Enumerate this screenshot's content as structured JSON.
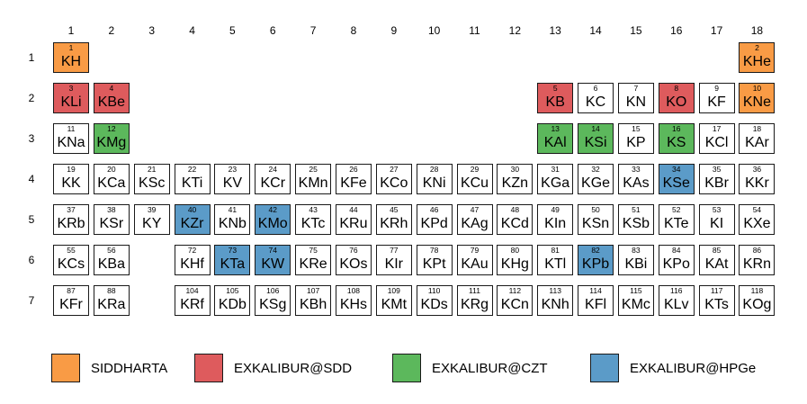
{
  "groups": [
    "1",
    "2",
    "3",
    "4",
    "5",
    "6",
    "7",
    "8",
    "9",
    "10",
    "11",
    "12",
    "13",
    "14",
    "15",
    "16",
    "17",
    "18"
  ],
  "periods": [
    "1",
    "2",
    "3",
    "4",
    "5",
    "6",
    "7"
  ],
  "colors": {
    "SIDDHARTA": "#f99b45",
    "EXKALIBUR@SDD": "#de5b5d",
    "EXKALIBUR@CZT": "#5cb85c",
    "EXKALIBUR@HPGe": "#5b9bc8"
  },
  "legend": [
    {
      "label": "SIDDHARTA",
      "key": "SIDDHARTA"
    },
    {
      "label": "EXKALIBUR@SDD",
      "key": "EXKALIBUR@SDD"
    },
    {
      "label": "EXKALIBUR@CZT",
      "key": "EXKALIBUR@CZT"
    },
    {
      "label": "EXKALIBUR@HPGe",
      "key": "EXKALIBUR@HPGe"
    }
  ],
  "elements": [
    {
      "n": "1",
      "s": "KH",
      "p": 1,
      "g": 1,
      "c": "SIDDHARTA"
    },
    {
      "n": "2",
      "s": "KHe",
      "p": 1,
      "g": 18,
      "c": "SIDDHARTA"
    },
    {
      "n": "3",
      "s": "KLi",
      "p": 2,
      "g": 1,
      "c": "EXKALIBUR@SDD"
    },
    {
      "n": "4",
      "s": "KBe",
      "p": 2,
      "g": 2,
      "c": "EXKALIBUR@SDD"
    },
    {
      "n": "5",
      "s": "KB",
      "p": 2,
      "g": 13,
      "c": "EXKALIBUR@SDD"
    },
    {
      "n": "6",
      "s": "KC",
      "p": 2,
      "g": 14
    },
    {
      "n": "7",
      "s": "KN",
      "p": 2,
      "g": 15
    },
    {
      "n": "8",
      "s": "KO",
      "p": 2,
      "g": 16,
      "c": "EXKALIBUR@SDD"
    },
    {
      "n": "9",
      "s": "KF",
      "p": 2,
      "g": 17
    },
    {
      "n": "10",
      "s": "KNe",
      "p": 2,
      "g": 18,
      "c": "SIDDHARTA"
    },
    {
      "n": "11",
      "s": "KNa",
      "p": 3,
      "g": 1
    },
    {
      "n": "12",
      "s": "KMg",
      "p": 3,
      "g": 2,
      "c": "EXKALIBUR@CZT"
    },
    {
      "n": "13",
      "s": "KAl",
      "p": 3,
      "g": 13,
      "c": "EXKALIBUR@CZT"
    },
    {
      "n": "14",
      "s": "KSi",
      "p": 3,
      "g": 14,
      "c": "EXKALIBUR@CZT"
    },
    {
      "n": "15",
      "s": "KP",
      "p": 3,
      "g": 15
    },
    {
      "n": "16",
      "s": "KS",
      "p": 3,
      "g": 16,
      "c": "EXKALIBUR@CZT"
    },
    {
      "n": "17",
      "s": "KCl",
      "p": 3,
      "g": 17
    },
    {
      "n": "18",
      "s": "KAr",
      "p": 3,
      "g": 18
    },
    {
      "n": "19",
      "s": "KK",
      "p": 4,
      "g": 1
    },
    {
      "n": "20",
      "s": "KCa",
      "p": 4,
      "g": 2
    },
    {
      "n": "21",
      "s": "KSc",
      "p": 4,
      "g": 3
    },
    {
      "n": "22",
      "s": "KTi",
      "p": 4,
      "g": 4
    },
    {
      "n": "23",
      "s": "KV",
      "p": 4,
      "g": 5
    },
    {
      "n": "24",
      "s": "KCr",
      "p": 4,
      "g": 6
    },
    {
      "n": "25",
      "s": "KMn",
      "p": 4,
      "g": 7
    },
    {
      "n": "26",
      "s": "KFe",
      "p": 4,
      "g": 8
    },
    {
      "n": "27",
      "s": "KCo",
      "p": 4,
      "g": 9
    },
    {
      "n": "28",
      "s": "KNi",
      "p": 4,
      "g": 10
    },
    {
      "n": "29",
      "s": "KCu",
      "p": 4,
      "g": 11
    },
    {
      "n": "30",
      "s": "KZn",
      "p": 4,
      "g": 12
    },
    {
      "n": "31",
      "s": "KGa",
      "p": 4,
      "g": 13
    },
    {
      "n": "32",
      "s": "KGe",
      "p": 4,
      "g": 14
    },
    {
      "n": "33",
      "s": "KAs",
      "p": 4,
      "g": 15
    },
    {
      "n": "34",
      "s": "KSe",
      "p": 4,
      "g": 16,
      "c": "EXKALIBUR@HPGe"
    },
    {
      "n": "35",
      "s": "KBr",
      "p": 4,
      "g": 17
    },
    {
      "n": "36",
      "s": "KKr",
      "p": 4,
      "g": 18
    },
    {
      "n": "37",
      "s": "KRb",
      "p": 5,
      "g": 1
    },
    {
      "n": "38",
      "s": "KSr",
      "p": 5,
      "g": 2
    },
    {
      "n": "39",
      "s": "KY",
      "p": 5,
      "g": 3
    },
    {
      "n": "40",
      "s": "KZr",
      "p": 5,
      "g": 4,
      "c": "EXKALIBUR@HPGe"
    },
    {
      "n": "41",
      "s": "KNb",
      "p": 5,
      "g": 5
    },
    {
      "n": "42",
      "s": "KMo",
      "p": 5,
      "g": 6,
      "c": "EXKALIBUR@HPGe"
    },
    {
      "n": "43",
      "s": "KTc",
      "p": 5,
      "g": 7
    },
    {
      "n": "44",
      "s": "KRu",
      "p": 5,
      "g": 8
    },
    {
      "n": "45",
      "s": "KRh",
      "p": 5,
      "g": 9
    },
    {
      "n": "46",
      "s": "KPd",
      "p": 5,
      "g": 10
    },
    {
      "n": "47",
      "s": "KAg",
      "p": 5,
      "g": 11
    },
    {
      "n": "48",
      "s": "KCd",
      "p": 5,
      "g": 12
    },
    {
      "n": "49",
      "s": "KIn",
      "p": 5,
      "g": 13
    },
    {
      "n": "50",
      "s": "KSn",
      "p": 5,
      "g": 14
    },
    {
      "n": "51",
      "s": "KSb",
      "p": 5,
      "g": 15
    },
    {
      "n": "52",
      "s": "KTe",
      "p": 5,
      "g": 16
    },
    {
      "n": "53",
      "s": "KI",
      "p": 5,
      "g": 17
    },
    {
      "n": "54",
      "s": "KXe",
      "p": 5,
      "g": 18
    },
    {
      "n": "55",
      "s": "KCs",
      "p": 6,
      "g": 1
    },
    {
      "n": "56",
      "s": "KBa",
      "p": 6,
      "g": 2
    },
    {
      "n": "72",
      "s": "KHf",
      "p": 6,
      "g": 4
    },
    {
      "n": "73",
      "s": "KTa",
      "p": 6,
      "g": 5,
      "c": "EXKALIBUR@HPGe"
    },
    {
      "n": "74",
      "s": "KW",
      "p": 6,
      "g": 6,
      "c": "EXKALIBUR@HPGe"
    },
    {
      "n": "75",
      "s": "KRe",
      "p": 6,
      "g": 7
    },
    {
      "n": "76",
      "s": "KOs",
      "p": 6,
      "g": 8
    },
    {
      "n": "77",
      "s": "KIr",
      "p": 6,
      "g": 9
    },
    {
      "n": "78",
      "s": "KPt",
      "p": 6,
      "g": 10
    },
    {
      "n": "79",
      "s": "KAu",
      "p": 6,
      "g": 11
    },
    {
      "n": "80",
      "s": "KHg",
      "p": 6,
      "g": 12
    },
    {
      "n": "81",
      "s": "KTl",
      "p": 6,
      "g": 13
    },
    {
      "n": "82",
      "s": "KPb",
      "p": 6,
      "g": 14,
      "c": "EXKALIBUR@HPGe"
    },
    {
      "n": "83",
      "s": "KBi",
      "p": 6,
      "g": 15
    },
    {
      "n": "84",
      "s": "KPo",
      "p": 6,
      "g": 16
    },
    {
      "n": "85",
      "s": "KAt",
      "p": 6,
      "g": 17
    },
    {
      "n": "86",
      "s": "KRn",
      "p": 6,
      "g": 18
    },
    {
      "n": "87",
      "s": "KFr",
      "p": 7,
      "g": 1
    },
    {
      "n": "88",
      "s": "KRa",
      "p": 7,
      "g": 2
    },
    {
      "n": "104",
      "s": "KRf",
      "p": 7,
      "g": 4
    },
    {
      "n": "105",
      "s": "KDb",
      "p": 7,
      "g": 5
    },
    {
      "n": "106",
      "s": "KSg",
      "p": 7,
      "g": 6
    },
    {
      "n": "107",
      "s": "KBh",
      "p": 7,
      "g": 7
    },
    {
      "n": "108",
      "s": "KHs",
      "p": 7,
      "g": 8
    },
    {
      "n": "109",
      "s": "KMt",
      "p": 7,
      "g": 9
    },
    {
      "n": "110",
      "s": "KDs",
      "p": 7,
      "g": 10
    },
    {
      "n": "111",
      "s": "KRg",
      "p": 7,
      "g": 11
    },
    {
      "n": "112",
      "s": "KCn",
      "p": 7,
      "g": 12
    },
    {
      "n": "113",
      "s": "KNh",
      "p": 7,
      "g": 13
    },
    {
      "n": "114",
      "s": "KFl",
      "p": 7,
      "g": 14
    },
    {
      "n": "115",
      "s": "KMc",
      "p": 7,
      "g": 15
    },
    {
      "n": "116",
      "s": "KLv",
      "p": 7,
      "g": 16
    },
    {
      "n": "117",
      "s": "KTs",
      "p": 7,
      "g": 17
    },
    {
      "n": "118",
      "s": "KOg",
      "p": 7,
      "g": 18
    }
  ]
}
